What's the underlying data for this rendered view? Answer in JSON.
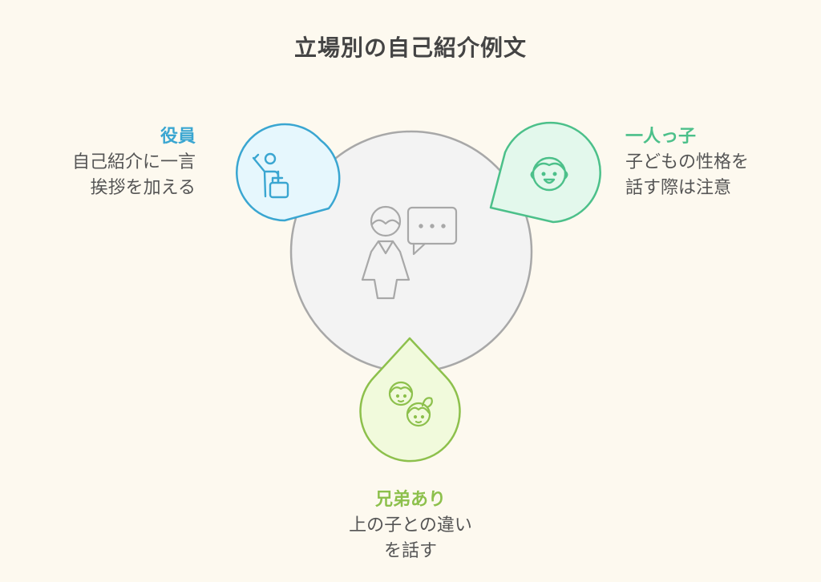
{
  "title": "立場別の自己紹介例文",
  "colors": {
    "background": "#fdf9ef",
    "center_fill": "#f3f3f3",
    "center_stroke": "#a8a8a8",
    "blue": "#3aa6d1",
    "blue_fill": "#e6f7fd",
    "green": "#4cc08a",
    "green_fill": "#e3f8ec",
    "lime": "#8dc04c",
    "lime_fill": "#f1fadc"
  },
  "center": {
    "icon": "person-speech-bubble-icon"
  },
  "nodes": [
    {
      "id": "executive",
      "heading": "役員",
      "lines": [
        "自己紹介に一言",
        "挨拶を加える"
      ],
      "icon": "person-raising-hand-briefcase-icon",
      "color": "#3aa6d1"
    },
    {
      "id": "only-child",
      "heading": "一人っ子",
      "lines": [
        "子どもの性格を",
        "話す際は注意"
      ],
      "icon": "smiling-child-face-icon",
      "color": "#4cc08a"
    },
    {
      "id": "siblings",
      "heading": "兄弟あり",
      "lines": [
        "上の子との違い",
        "を話す"
      ],
      "icon": "two-children-faces-icon",
      "color": "#8dc04c"
    }
  ]
}
